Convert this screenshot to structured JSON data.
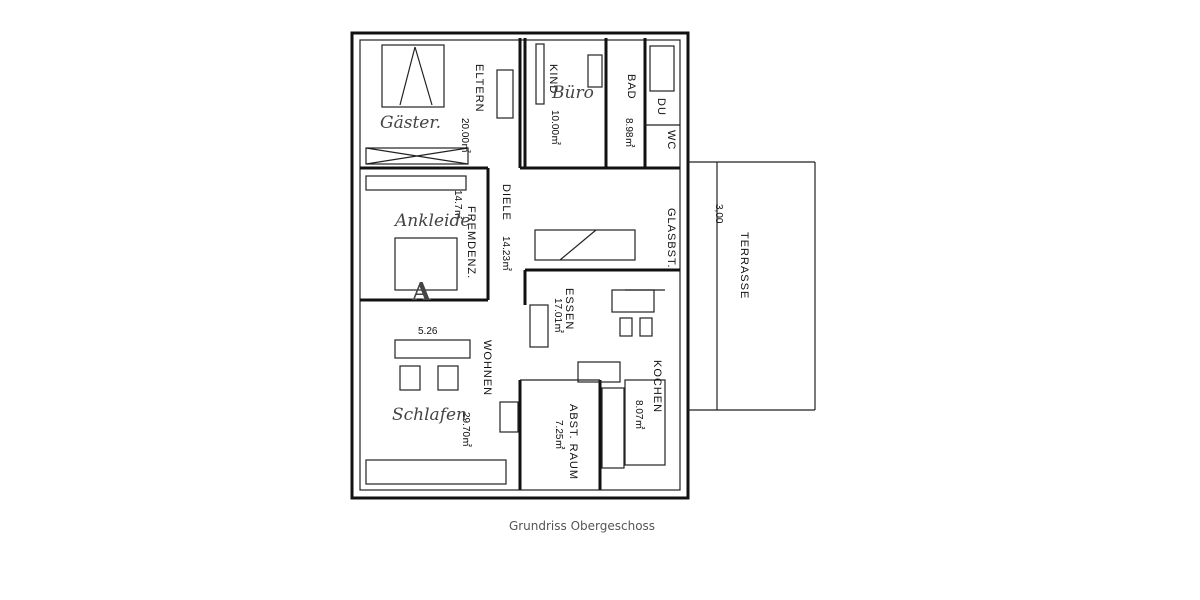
{
  "plan": {
    "rooms": [
      {
        "name": "ELTERN",
        "area": "20.00㎡",
        "note": "Gäster."
      },
      {
        "name": "KIND",
        "area": "10.00㎡",
        "note": "Büro"
      },
      {
        "name": "BAD",
        "area": "8.98㎡"
      },
      {
        "name": "DU",
        "area": ""
      },
      {
        "name": "WC",
        "area": ""
      },
      {
        "name": "DIELE",
        "area": "14.23㎡"
      },
      {
        "name": "FREMDENZ.",
        "area": "14.7㎡",
        "note": "Ankleide"
      },
      {
        "name": "GLASBST.",
        "area": ""
      },
      {
        "name": "TERRASSE",
        "area": "3,00"
      },
      {
        "name": "ESSEN",
        "area": "17.01㎡"
      },
      {
        "name": "WOHNEN",
        "area": "29.70㎡",
        "note": "Schlafen"
      },
      {
        "name": "KOCHEN",
        "area": "8.07㎡"
      },
      {
        "name": "ABST. RAUM",
        "area": "7.25㎡"
      }
    ],
    "mark": "A",
    "dim": "5.26"
  },
  "caption": "Grundriss Obergeschoss"
}
